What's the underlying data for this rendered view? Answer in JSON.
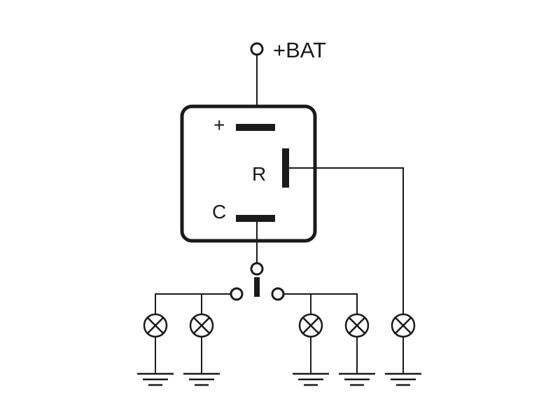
{
  "supply_label": "+BAT",
  "relay": {
    "terminals": [
      {
        "id": "plus",
        "label": "+"
      },
      {
        "id": "r",
        "label": "R"
      },
      {
        "id": "c",
        "label": "C"
      }
    ]
  },
  "lamps": [
    {
      "id": "lamp-1",
      "group": "left"
    },
    {
      "id": "lamp-2",
      "group": "left"
    },
    {
      "id": "lamp-3",
      "group": "right"
    },
    {
      "id": "lamp-4",
      "group": "right"
    },
    {
      "id": "lamp-5",
      "group": "indicator"
    }
  ],
  "colors": {
    "line": "#1a1a1a",
    "background": "#ffffff"
  }
}
